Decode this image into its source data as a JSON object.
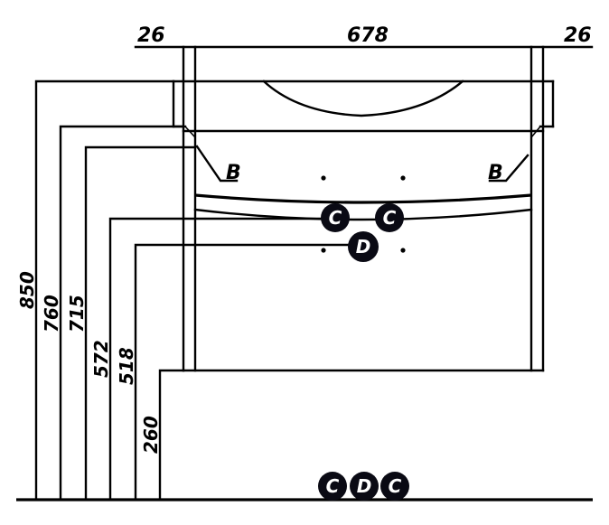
{
  "dimensions": {
    "top_left": "26",
    "top_center": "678",
    "top_right": "26",
    "vertical": [
      "850",
      "760",
      "715",
      "572",
      "518",
      "260"
    ]
  },
  "labels": {
    "bracket_left": "B",
    "bracket_right": "B"
  },
  "markers": {
    "upper_left": "C",
    "upper_right": "C",
    "middle": "D",
    "floor_left": "C",
    "floor_center": "D",
    "floor_right": "C"
  }
}
